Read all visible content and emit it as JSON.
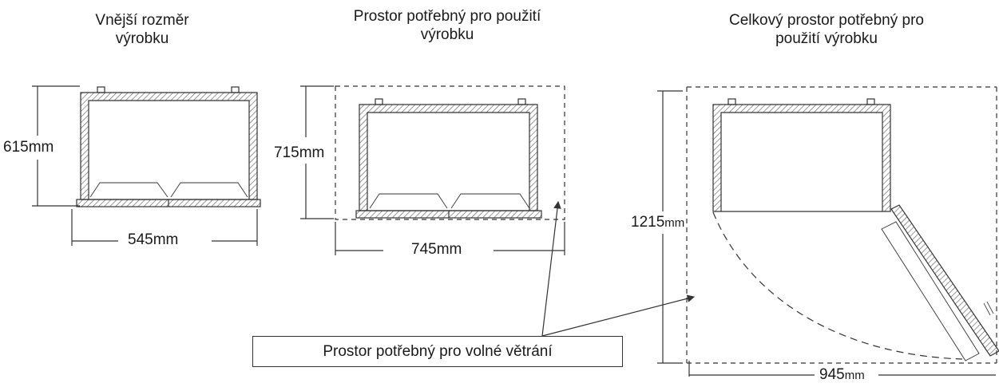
{
  "titles": {
    "outer_dimension": [
      "Vnější rozměr",
      "výrobku"
    ],
    "space_for_use": [
      "Prostor potřebný pro použití",
      "výrobku"
    ],
    "total_space": [
      "Celkový prostor potřebný pro",
      "použití výrobku"
    ]
  },
  "dimensions": {
    "outer_depth": "615mm",
    "outer_width": "545mm",
    "use_depth": "715mm",
    "use_width": "745mm",
    "total_depth_value": "1215",
    "total_depth_unit": "mm",
    "total_width_value": "945",
    "total_width_unit": "mm"
  },
  "callout": {
    "label": "Prostor potřebný pro volné větrání"
  },
  "colors": {
    "line": "#333333",
    "background": "#ffffff"
  }
}
